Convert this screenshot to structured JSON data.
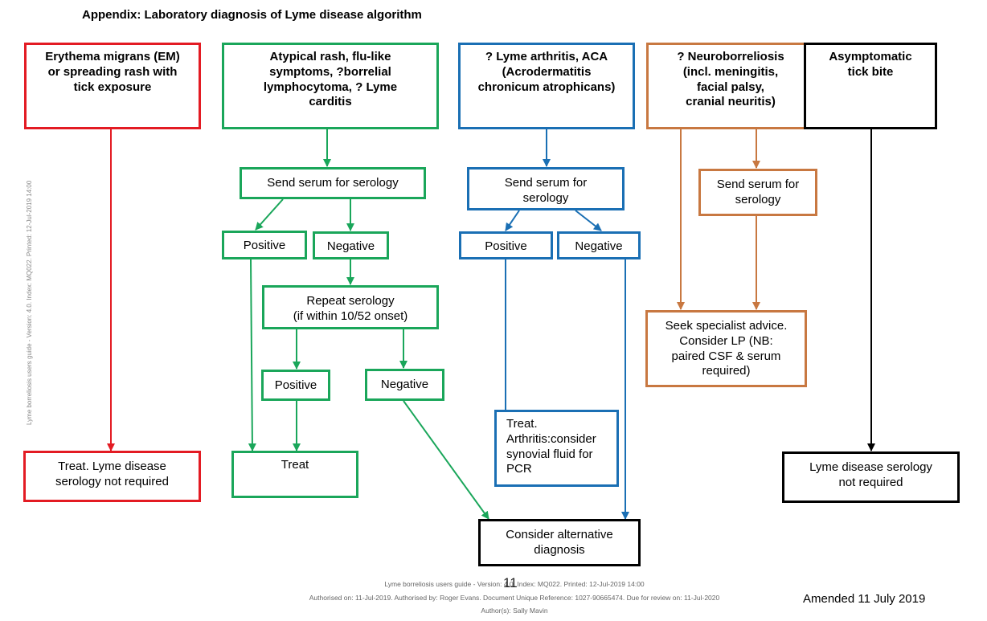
{
  "title": "Appendix: Laboratory diagnosis of Lyme disease algorithm",
  "colors": {
    "red": "#e31b23",
    "green": "#1aa65a",
    "blue": "#1a6fb4",
    "orange": "#c87841",
    "black": "#000000"
  },
  "headers": {
    "em": "Erythema migrans (EM)\nor spreading rash with\ntick exposure",
    "atypical": "Atypical rash, flu-like\nsymptoms, ?borrelial\nlymphocytoma, ? Lyme\ncarditis",
    "arthritis": "? Lyme arthritis, ACA\n(Acrodermatitis\nchronicum atrophicans)",
    "neuro": "? Neuroborreliosis\n(incl. meningitis,\nfacial palsy,\ncranial neuritis)",
    "asymptomatic": "Asymptomatic\ntick bite"
  },
  "green_path": {
    "send_serum": "Send serum for serology",
    "positive": "Positive",
    "negative": "Negative",
    "repeat": "Repeat serology\n(if within 10/52 onset)",
    "positive2": "Positive",
    "negative2": "Negative",
    "treat": "Treat"
  },
  "blue_path": {
    "send_serum": "Send serum for\nserology",
    "positive": "Positive",
    "negative": "Negative",
    "treat": "Treat.\nArthritis:consider\nsynovial fluid for\nPCR"
  },
  "orange_path": {
    "send_serum": "Send serum for\nserology",
    "specialist": "Seek specialist advice.\nConsider LP (NB:\npaired CSF & serum\nrequired)"
  },
  "red_path": {
    "treat": "Treat.  Lyme disease\nserology not required"
  },
  "black_path": {
    "not_required": "Lyme disease serology\nnot required"
  },
  "alternative": "Consider alternative\ndiagnosis",
  "side_text": "Lyme borreliosis users guide - Version: 4.0. Index: MQ022. Printed: 12-Jul-2019 14:00",
  "footer": {
    "line1": "Lyme borreliosis users guide - Version: 4.0. Index: MQ022. Printed: 12-Jul-2019 14:00",
    "line2": "Authorised on: 11-Jul-2019. Authorised by: Roger Evans. Document Unique Reference: 1027-90665474. Due for review on: 11-Jul-2020",
    "line3": "Author(s): Sally Mavin",
    "page_number": "11"
  },
  "amended": "Amended 11 July 2019"
}
